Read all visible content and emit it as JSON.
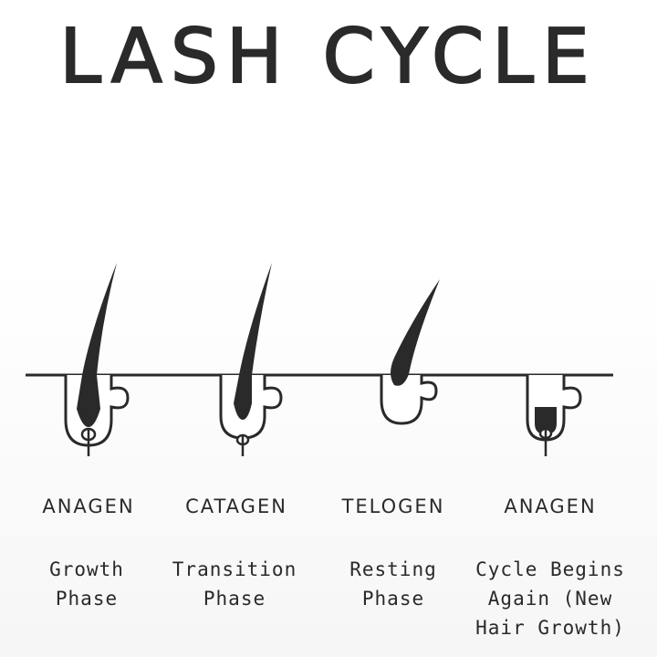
{
  "title": "LASH CYCLE",
  "phases": [
    {
      "name": "ANAGEN",
      "description": "Growth\nPhase"
    },
    {
      "name": "CATAGEN",
      "description": "Transition\nPhase"
    },
    {
      "name": "TELOGEN",
      "description": "Resting\nPhase"
    },
    {
      "name": "ANAGEN",
      "description": "Cycle Begins\nAgain (New\nHair Growth)"
    }
  ],
  "colors": {
    "ink": "#2a2a2a",
    "background": "#ffffff"
  }
}
